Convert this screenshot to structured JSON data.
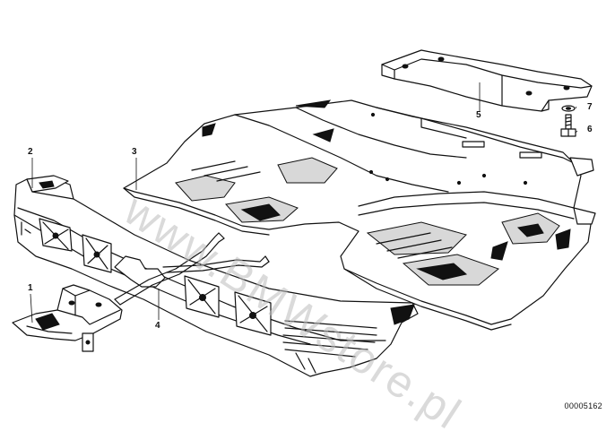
{
  "diagram": {
    "callouts": [
      {
        "id": "c1",
        "label": "1"
      },
      {
        "id": "c2",
        "label": "2"
      },
      {
        "id": "c3",
        "label": "3"
      },
      {
        "id": "c4",
        "label": "4"
      },
      {
        "id": "c5",
        "label": "5"
      },
      {
        "id": "c6",
        "label": "6"
      },
      {
        "id": "c7",
        "label": "7"
      }
    ],
    "reference_number": "00005162",
    "watermark": "www.BMWstore.pl"
  }
}
